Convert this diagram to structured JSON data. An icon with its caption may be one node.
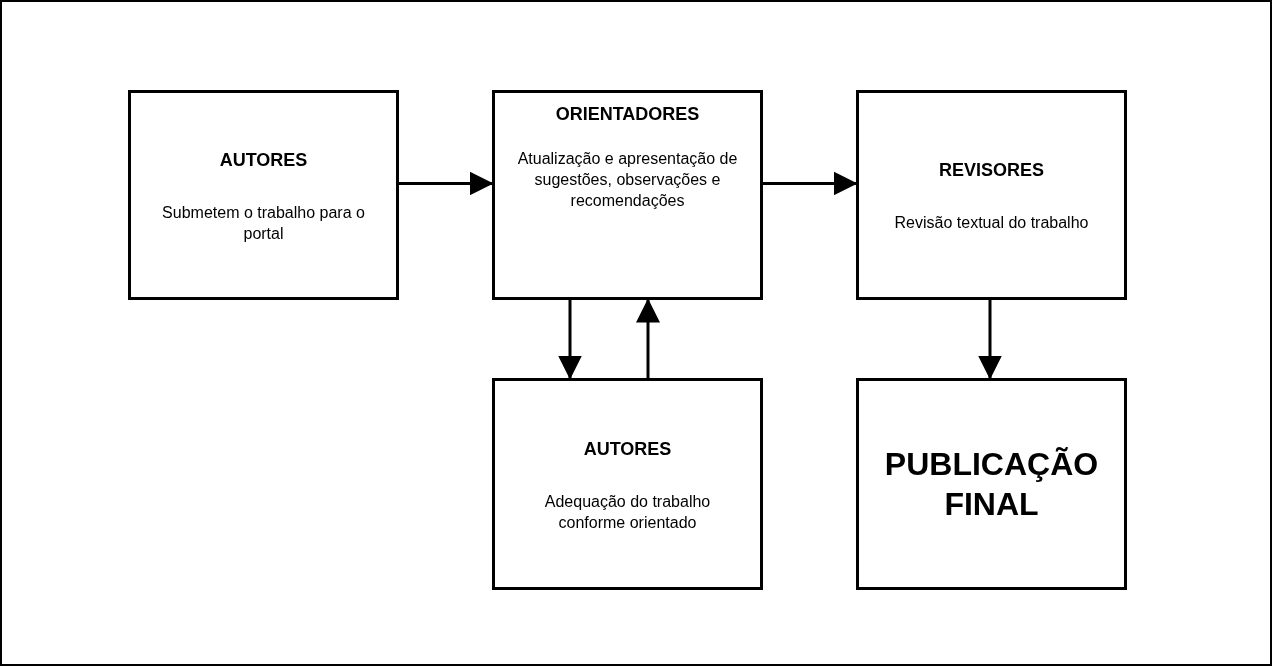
{
  "diagram": {
    "nodes": [
      {
        "text": [
          "AUTORES",
          "Submetem o trabalho para o portal"
        ]
      },
      {
        "text": [
          "ORIENTADORES",
          "Atualização e apresentação de sugestões, observações e recomendações"
        ]
      },
      {
        "text": [
          "REVISORES",
          "Revisão textual do trabalho"
        ]
      },
      {
        "text": [
          "AUTORES",
          "Adequação do trabalho conforme orientado"
        ]
      },
      {
        "text": [
          "PUBLICAÇÃO FINAL"
        ]
      }
    ],
    "edges": [
      {
        "from": 0,
        "to": 1,
        "arrow": "to"
      },
      {
        "from": 1,
        "to": 2,
        "arrow": "to"
      },
      {
        "from": 1,
        "to": 3,
        "arrow": "to"
      },
      {
        "from": 3,
        "to": 1,
        "arrow": "to"
      },
      {
        "from": 2,
        "to": 4,
        "arrow": "to"
      }
    ]
  }
}
